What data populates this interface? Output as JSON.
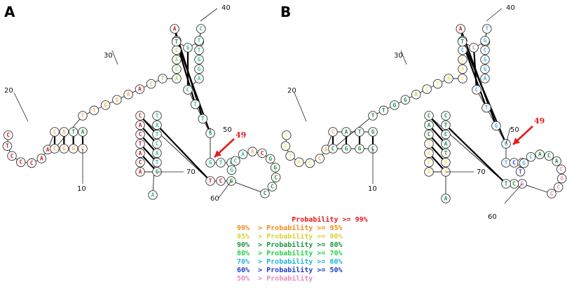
{
  "panels": [
    {
      "label": "A",
      "arrow_label": "49",
      "position_labels": [
        "10",
        "20",
        "30",
        "40",
        "50",
        "60",
        "70"
      ],
      "nucleotides": [
        [
          "C",
          "#d7191c"
        ],
        [
          "T",
          "#d7191c"
        ],
        [
          "C",
          "#d7191c"
        ],
        [
          "C",
          "#d7191c"
        ],
        [
          "C",
          "#d7191c"
        ],
        [
          "A",
          "#d7191c"
        ],
        [
          "A",
          "#d7191c"
        ],
        [
          "C",
          "#fdae61"
        ],
        [
          "A",
          "#fdae61"
        ],
        [
          "T",
          "#1a9641"
        ],
        [
          "A",
          "#1a9641"
        ],
        [
          "C",
          "#fdae61"
        ],
        [
          "G",
          "#fdae61"
        ],
        [
          "G",
          "#fdae61"
        ],
        [
          "C",
          "#fdae61"
        ],
        [
          "T",
          "#fdae61"
        ],
        [
          "T",
          "#fdae61"
        ],
        [
          "G",
          "#fdae61"
        ],
        [
          "G",
          "#fdae61"
        ],
        [
          "A",
          "#fdae61"
        ],
        [
          "A",
          "#d7191c"
        ],
        [
          "C",
          "#a6d96a"
        ],
        [
          "T",
          "#a6d96a"
        ],
        [
          "A",
          "#a6d96a"
        ],
        [
          "C",
          "#a6d96a"
        ],
        [
          "A",
          "#a6d96a"
        ],
        [
          "C",
          "#a6d96a"
        ],
        [
          "A",
          "#fdae61"
        ],
        [
          "A",
          "#d7191c"
        ],
        [
          "T",
          "#1a9641"
        ],
        [
          "G",
          "#33c3a0"
        ],
        [
          "G",
          "#33c3a0"
        ],
        [
          "C",
          "#33c3a0"
        ],
        [
          "T",
          "#33c3a0"
        ],
        [
          "T",
          "#33c3a0"
        ],
        [
          "G",
          "#33c3a0"
        ],
        [
          "G",
          "#33c3a0"
        ],
        [
          "A",
          "#33c3a0"
        ],
        [
          "C",
          "#33c3a0"
        ],
        [
          "T",
          "#33c3a0"
        ],
        [
          "T",
          "#33c3a0"
        ],
        [
          "G",
          "#33c3a0"
        ],
        [
          "G",
          "#33c3a0"
        ],
        [
          "T",
          "#33c3a0"
        ],
        [
          "G",
          "#33c3a0"
        ],
        [
          "G",
          "#33c3a0"
        ],
        [
          "C",
          "#33c3a0"
        ],
        [
          "A",
          "#33c3a0"
        ],
        [
          "A",
          "#fdae61"
        ],
        [
          "C",
          "#d7191c"
        ],
        [
          "G",
          "#1a9641"
        ],
        [
          "G",
          "#1a9641"
        ],
        [
          "C",
          "#1a9641"
        ],
        [
          "C",
          "#1a9641"
        ],
        [
          "C",
          "#1a9641"
        ],
        [
          "G",
          "#1a9641"
        ],
        [
          "C",
          "#d7191c"
        ],
        [
          "T",
          "#d7191c"
        ],
        [
          "C",
          "#d7191c"
        ],
        [
          "A",
          "#d7191c"
        ],
        [
          "C",
          "#d7191c"
        ],
        [
          "T",
          "#d7191c"
        ],
        [
          "A",
          "#d7191c"
        ],
        [
          "C",
          "#d7191c"
        ],
        [
          "A",
          "#d7191c"
        ],
        [
          "C",
          "#1a9641"
        ],
        [
          "T",
          "#33c3a0"
        ],
        [
          "A",
          "#33c3a0"
        ],
        [
          "C",
          "#33c3a0"
        ],
        [
          "T",
          "#33c3a0"
        ],
        [
          "A",
          "#33c3a0"
        ],
        [
          "T",
          "#33c3a0"
        ],
        [
          "A",
          "#33c3a0"
        ],
        [
          "C",
          "#33c3a0"
        ],
        [
          "G",
          "#33c3a0"
        ],
        [
          "T",
          "#33c3a0"
        ],
        [
          "A",
          "#1a9641"
        ],
        [
          "C",
          "#1a9641"
        ],
        [
          "A",
          "#1a9641"
        ],
        [
          "T",
          "#1a9641"
        ],
        [
          "A",
          "#1a9641"
        ],
        [
          "G",
          "#1a9641"
        ],
        [
          "G",
          "#1a9641"
        ],
        [
          "A",
          "#1a9641"
        ]
      ]
    },
    {
      "label": "B",
      "arrow_label": "49",
      "position_labels": [
        "10",
        "20",
        "30",
        "40",
        "50",
        "60",
        "70"
      ],
      "nucleotides": [
        [
          "C",
          "#f2e56b"
        ],
        [
          "C",
          "#f2e56b"
        ],
        [
          "T",
          "#f2e56b"
        ],
        [
          "A",
          "#f2e56b"
        ],
        [
          "C",
          "#f2e56b"
        ],
        [
          "C",
          "#fdae61"
        ],
        [
          "A",
          "#fdae61"
        ],
        [
          "C",
          "#fdae61"
        ],
        [
          "A",
          "#1a9641"
        ],
        [
          "T",
          "#1a9641"
        ],
        [
          "G",
          "#1a9641"
        ],
        [
          "C",
          "#1a9641"
        ],
        [
          "G",
          "#1a9641"
        ],
        [
          "G",
          "#1a9641"
        ],
        [
          "C",
          "#1a9641"
        ],
        [
          "T",
          "#1a9641"
        ],
        [
          "T",
          "#1a9641"
        ],
        [
          "G",
          "#1a9641"
        ],
        [
          "G",
          "#1a9641"
        ],
        [
          "A",
          "#a6d96a"
        ],
        [
          "C",
          "#f2e56b"
        ],
        [
          "T",
          "#f2e56b"
        ],
        [
          "A",
          "#f2e56b"
        ],
        [
          "C",
          "#f2e56b"
        ],
        [
          "A",
          "#f2e56b"
        ],
        [
          "C",
          "#f2e56b"
        ],
        [
          "C",
          "#4bb7e6"
        ],
        [
          "A",
          "#d7191c"
        ],
        [
          "A",
          "#d7191c"
        ],
        [
          "T",
          "#1a9641"
        ],
        [
          "C",
          "#e78ac3"
        ],
        [
          "A",
          "#4bb7e6"
        ],
        [
          "T",
          "#4bb7e6"
        ],
        [
          "G",
          "#4bb7e6"
        ],
        [
          "C",
          "#4bb7e6"
        ],
        [
          "G",
          "#4bb7e6"
        ],
        [
          "G",
          "#4bb7e6"
        ],
        [
          "A",
          "#4bb7e6"
        ],
        [
          "C",
          "#4bb7e6"
        ],
        [
          "T",
          "#4bb7e6"
        ],
        [
          "G",
          "#4bb7e6"
        ],
        [
          "G",
          "#4bb7e6"
        ],
        [
          "T",
          "#4bb7e6"
        ],
        [
          "C",
          "#2b4fd6"
        ],
        [
          "A",
          "#2b4fd6"
        ],
        [
          "T",
          "#2b4fd6"
        ],
        [
          "G",
          "#4bb7e6"
        ],
        [
          "C",
          "#4bb7e6"
        ],
        [
          "A",
          "#1a9641"
        ],
        [
          "C",
          "#1a9641"
        ],
        [
          "A",
          "#1a9641"
        ],
        [
          "C",
          "#e78ac3"
        ],
        [
          "G",
          "#e78ac3"
        ],
        [
          "C",
          "#e78ac3"
        ],
        [
          "C",
          "#e78ac3"
        ],
        [
          "G",
          "#e78ac3"
        ],
        [
          "C",
          "#1a9641"
        ],
        [
          "T",
          "#1a9641"
        ],
        [
          "C",
          "#1a9641"
        ],
        [
          "A",
          "#1a9641"
        ],
        [
          "C",
          "#1a9641"
        ],
        [
          "T",
          "#f2e56b"
        ],
        [
          "A",
          "#f2e56b"
        ],
        [
          "C",
          "#f2e56b"
        ],
        [
          "A",
          "#f2e56b"
        ],
        [
          "C",
          "#f2e56b"
        ],
        [
          "G",
          "#f2e56b"
        ],
        [
          "T",
          "#1a9641"
        ],
        [
          "A",
          "#1a9641"
        ],
        [
          "C",
          "#1a9641"
        ],
        [
          "T",
          "#1a9641"
        ],
        [
          "C",
          "#1a9641"
        ],
        [
          "A",
          "#1a9641"
        ],
        [
          "T",
          "#1a9641"
        ],
        [
          "G",
          "#1a9641"
        ],
        [
          "T",
          "#1a9641"
        ],
        [
          "C",
          "#1a9641"
        ],
        [
          "G",
          "#f2e56b"
        ],
        [
          "T",
          "#f2e56b"
        ],
        [
          "A",
          "#f2e56b"
        ],
        [
          "G",
          "#f2e56b"
        ],
        [
          "G",
          "#f2e56b"
        ],
        [
          "A",
          "#fdae61"
        ]
      ]
    }
  ],
  "legend": [
    {
      "text": "             Probability >= 99%",
      "color": "#e8191c"
    },
    {
      "text": "99%  > Probability >= 95%",
      "color": "#f58a1f"
    },
    {
      "text": "95%  > Probability >= 90%",
      "color": "#d8d33a"
    },
    {
      "text": "90%  > Probability >= 80%",
      "color": "#1a9641"
    },
    {
      "text": "80%  > Probability >= 70%",
      "color": "#2bcf4a"
    },
    {
      "text": "70%  > Probability >= 60%",
      "color": "#1fb6d8"
    },
    {
      "text": "60%  > Probability >= 50%",
      "color": "#1f3fd0"
    },
    {
      "text": "50%  > Probability",
      "color": "#e78ac3"
    }
  ]
}
